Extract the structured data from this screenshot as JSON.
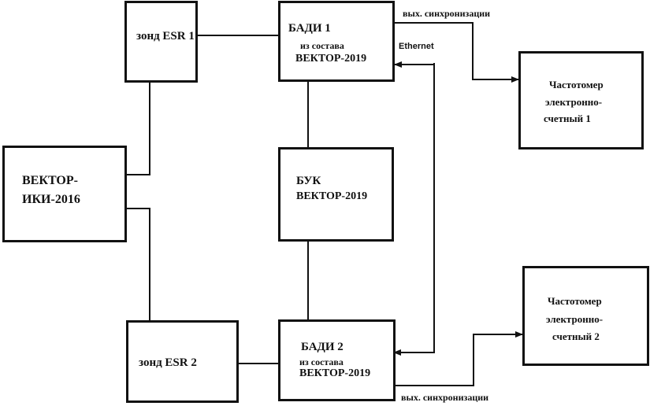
{
  "blocks": {
    "probe1": {
      "label": "зонд ESR 1"
    },
    "badi1": {
      "line1": "БАДИ 1",
      "line2": "из состава",
      "line3": "ВЕКТОР-2019"
    },
    "vector": {
      "line1": "ВЕКТОР-",
      "line2": "ИКИ-2016"
    },
    "buk": {
      "line1": "БУК",
      "line2": "ВЕКТОР-2019"
    },
    "freq1": {
      "line1": "Частотомер",
      "line2": "электронно-",
      "line3": "счетный 1"
    },
    "freq2": {
      "line1": "Частотомер",
      "line2": "электронно-",
      "line3": "счетный 2"
    },
    "probe2": {
      "label": "зонд ESR 2"
    },
    "badi2": {
      "line1": "БАДИ 2",
      "line2": "из состава",
      "line3": "ВЕКТОР-2019"
    }
  },
  "labels": {
    "sync_top": "вых. синхронизации",
    "sync_bottom": "вых. синхронизации",
    "ethernet": "Ethernet"
  }
}
